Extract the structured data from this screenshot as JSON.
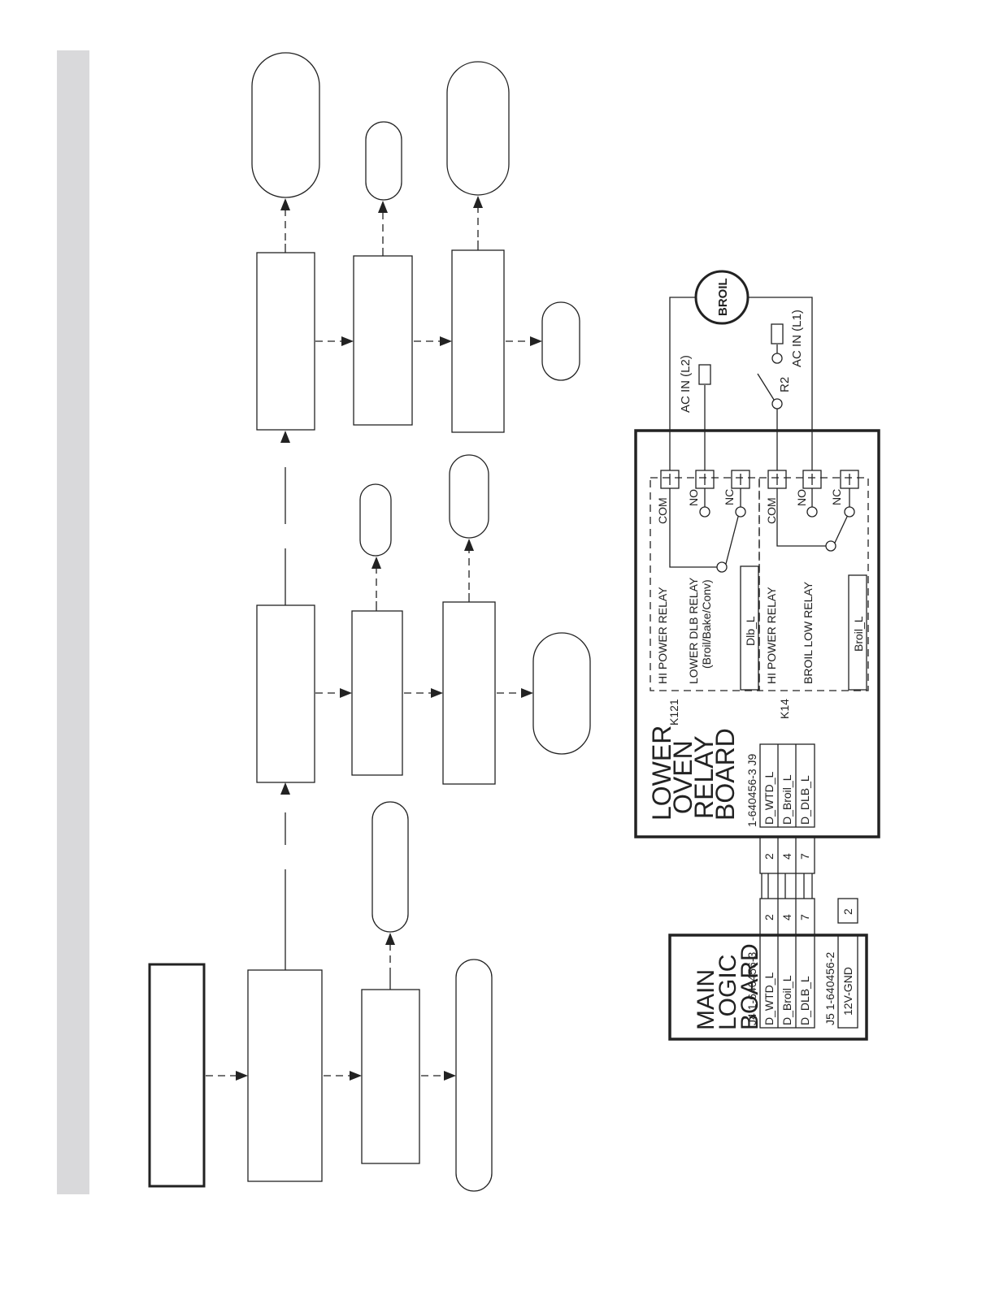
{
  "colors": {
    "line": "#222222",
    "margin_bar": "#d9d9db",
    "background": "#ffffff"
  },
  "main_board": {
    "title_1": "MAIN",
    "title_2": "LOGIC",
    "title_3": "BOARD",
    "j4_label": "J4 1-640456-3",
    "j5_label": "J5 1-640456-2",
    "signals": [
      "D_WTD_L",
      "D_Broil_L",
      "D_DLB_L"
    ],
    "j5_signal": "12V-GND",
    "pins": [
      "2",
      "4",
      "7"
    ],
    "j5_pin": "2"
  },
  "relay_board": {
    "title_1": "LOWER",
    "title_2": "OVEN",
    "title_3": "RELAY",
    "title_4": "BOARD",
    "j9_label": "1-640456-3  J9",
    "signals": [
      "D_WTD_L",
      "D_Broil_L",
      "D_DLB_L"
    ],
    "pins": [
      "2",
      "4",
      "7"
    ],
    "k121": "K121",
    "k14": "K14",
    "hi_power_relay": "HI POWER RELAY",
    "lower_dlb_relay": "LOWER DLB RELAY",
    "lower_dlb_sub": "(Broil/Bake/Conv)",
    "dlb_signal": "Dlb_L",
    "hi_power_relay_2": "HI POWER RELAY",
    "broil_low_relay": "BROIL LOW RELAY",
    "broil_signal": "Broil_L",
    "com": "COM",
    "no": "NO",
    "nc": "NC"
  },
  "external": {
    "ac_l2": "AC IN (L2)",
    "ac_l1": "AC IN (L1)",
    "r2": "R2",
    "broil_element": "BROIL"
  }
}
